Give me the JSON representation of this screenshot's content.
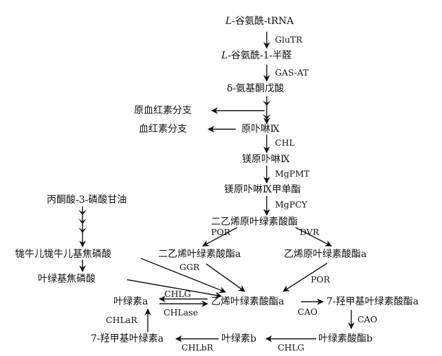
{
  "diagram": {
    "nodes": {
      "glu_trna": {
        "prefix": "L",
        "text": "-谷氨酰-tRNA"
      },
      "glu_semi": {
        "prefix": "L",
        "text": "-谷氨酰-1-半醛"
      },
      "ala": "δ-氨基酮戊酸",
      "heme_branch": "原血红素分支",
      "hemo_branch": "血红素分支",
      "proto": "原卟啉Ⅸ",
      "mg_proto": "镁原卟啉Ⅸ",
      "mg_proto_me": "镁原卟啉Ⅸ甲单酯",
      "dv_pchlide": "二乙烯原叶绿素酸酯",
      "pyruvate": "丙酮酸-3-磷酸甘油",
      "ggpp": "牻牛儿牻牛儿基焦磷酸",
      "dv_chlide": "二乙烯叶绿素酸酯a",
      "mv_pchlide": "乙烯原叶绿素酸酯a",
      "phytyl": "叶绿基焦磷酸",
      "chl_a": "叶绿素a",
      "mv_chlide": "乙烯叶绿素酸酯a",
      "hm_chlide": "7-羟甲基叶绿素酸酯a",
      "hm_chl": "7-羟甲基叶绿素a",
      "chl_b": "叶绿素b",
      "chlide_b": "叶绿素酸酯b"
    },
    "enzymes": {
      "glutr": "GluTR",
      "gas_at": "GAS-AT",
      "chl": "CHL",
      "mgpmt": "MgPMT",
      "mgpcy": "MgPCY",
      "por1": "POR",
      "dvr": "DVR",
      "ggr": "GGR",
      "por2": "POR",
      "chlg1": "CHLG",
      "chlase": "CHLase",
      "cao1": "CAO",
      "cao2": "CAO",
      "chlar": "CHLaR",
      "chlbr": "CHLbR",
      "chlg2": "CHLG"
    }
  }
}
